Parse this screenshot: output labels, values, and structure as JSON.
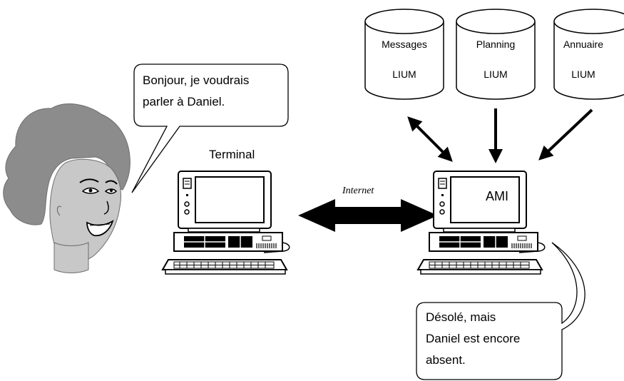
{
  "databases": [
    {
      "name": "Messages",
      "org": "LIUM"
    },
    {
      "name": "Planning",
      "org": "LIUM"
    },
    {
      "name": "Annuaire",
      "org": "LIUM"
    }
  ],
  "user_speech": {
    "line1": "Bonjour, je voudrais",
    "line2": "parler à Daniel."
  },
  "terminal_label": "Terminal",
  "network_label": "Internet",
  "server_screen_label": "AMI",
  "ami_speech": {
    "line1": "Désolé, mais",
    "line2": "Daniel est encore",
    "line3": "absent."
  },
  "colors": {
    "hair": "#8c8c8c",
    "skin": "#c8c8c8",
    "ink": "#000000",
    "paper": "#ffffff"
  }
}
